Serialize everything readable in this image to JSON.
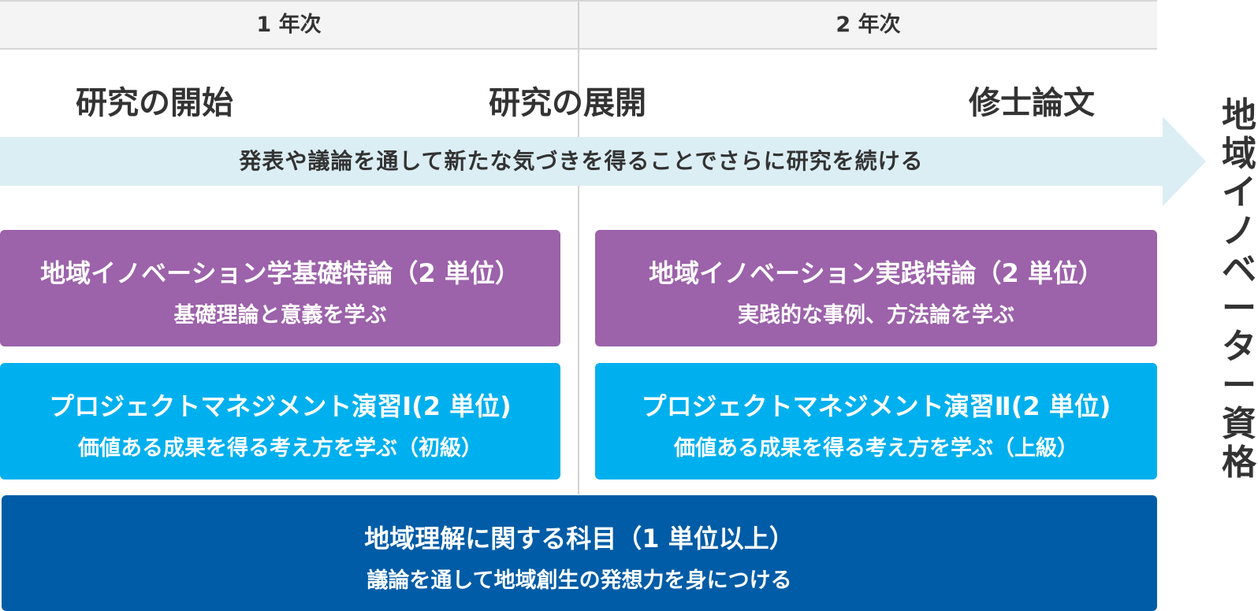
{
  "header": {
    "year1": "1 年次",
    "year2": "2 年次"
  },
  "phases": {
    "start": "研究の開始",
    "development": "研究の展開",
    "thesis": "修士論文"
  },
  "arrow": {
    "text": "発表や議論を通して新たな気づきを得ることでさらに研究を続ける"
  },
  "outcome": {
    "title": "地域イノベーター資格"
  },
  "courses": [
    {
      "title": "地域イノベーション学基礎特論（2 単位）",
      "subtitle": "基礎理論と意義を学ぶ"
    },
    {
      "title": "地域イノベーション実践特論（2 単位）",
      "subtitle": "実践的な事例、方法論を学ぶ"
    },
    {
      "title": "プロジェクトマネジメント演習Ⅰ(2 単位)",
      "subtitle": "価値ある成果を得る考え方を学ぶ（初級）"
    },
    {
      "title": "プロジェクトマネジメント演習Ⅱ(2 単位)",
      "subtitle": "価値ある成果を得る考え方を学ぶ（上級）"
    },
    {
      "title": "地域理解に関する科目（1 単位以上）",
      "subtitle": "議論を通して地域創生の発想力を身につける"
    }
  ],
  "colors": {
    "purple": "#9c62aa",
    "cyan": "#00b0ee",
    "navy": "#005ca6",
    "arrow": "#dbeef4",
    "header_bg": "#f4f4f4"
  }
}
